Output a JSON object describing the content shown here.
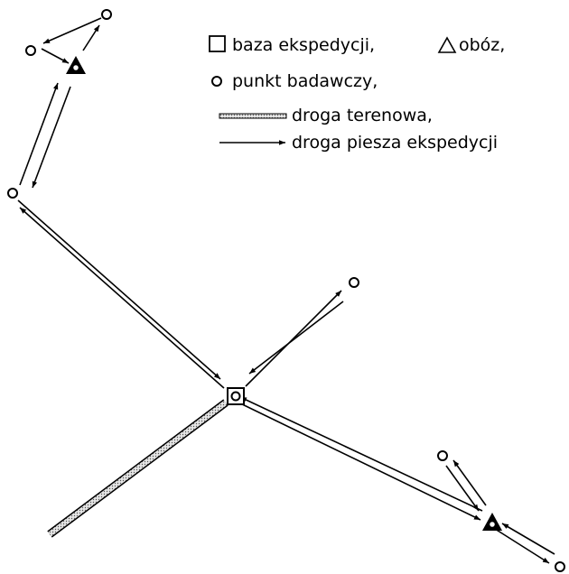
{
  "legend": {
    "base_label": "baza ekspedycji,",
    "camp_label": "obóz,",
    "point_label": "punkt badawczy,",
    "road_label": "droga terenowa,",
    "path_label": "droga piesza ekspedycji"
  },
  "colors": {
    "ink": "#000000",
    "background": "#ffffff",
    "road_fill": "#d9d9d9"
  }
}
